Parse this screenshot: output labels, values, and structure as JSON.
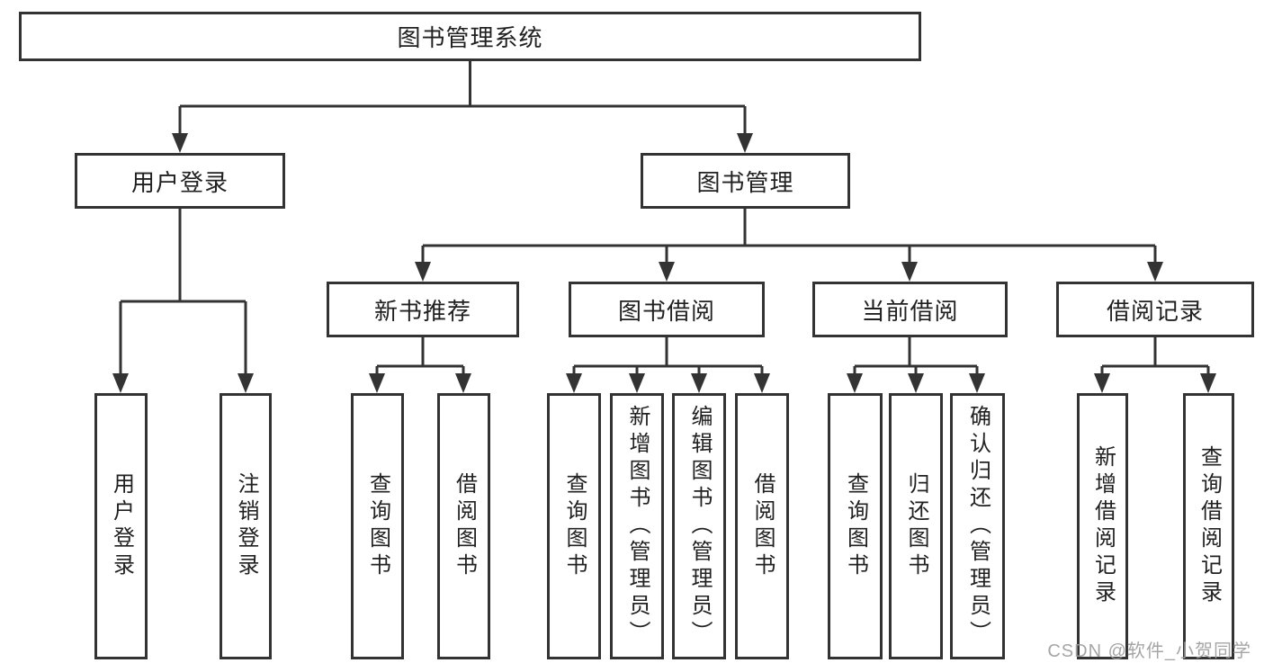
{
  "root": {
    "label": "图书管理系统",
    "children": [
      {
        "label": "用户登录",
        "children": [
          {
            "label": "用户登录"
          },
          {
            "label": "注销登录"
          }
        ]
      },
      {
        "label": "图书管理",
        "children": [
          {
            "label": "新书推荐",
            "children": [
              {
                "label": "查询图书"
              },
              {
                "label": "借阅图书"
              }
            ]
          },
          {
            "label": "图书借阅",
            "children": [
              {
                "label": "查询图书"
              },
              {
                "label": "新增图书（管理员）"
              },
              {
                "label": "编辑图书（管理员）"
              },
              {
                "label": "借阅图书"
              }
            ]
          },
          {
            "label": "当前借阅",
            "children": [
              {
                "label": "查询图书"
              },
              {
                "label": "归还图书"
              },
              {
                "label": "确认归还（管理员）"
              }
            ]
          },
          {
            "label": "借阅记录",
            "children": [
              {
                "label": "新增借阅记录"
              },
              {
                "label": "查询借阅记录"
              }
            ]
          }
        ]
      }
    ]
  },
  "watermark": "CSDN @软件_小贺同学",
  "colors": {
    "line": "#333333",
    "text": "#212121",
    "background": "#ffffff",
    "watermark": "#9e9e9e"
  }
}
